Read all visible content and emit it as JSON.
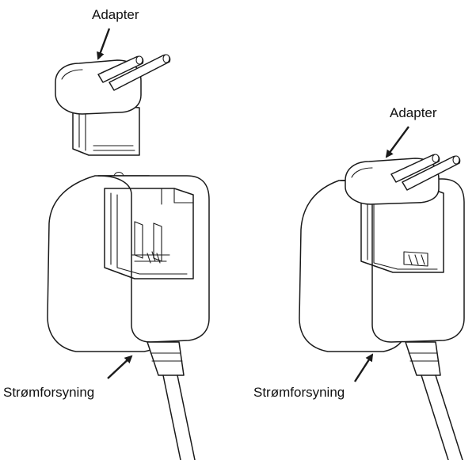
{
  "labels": {
    "adapter_left": "Adapter",
    "adapter_right": "Adapter",
    "power_left": "Strømforsyning",
    "power_right": "Strømforsyning"
  },
  "colors": {
    "ink": "#1a1a1a",
    "background": "#ffffff"
  }
}
